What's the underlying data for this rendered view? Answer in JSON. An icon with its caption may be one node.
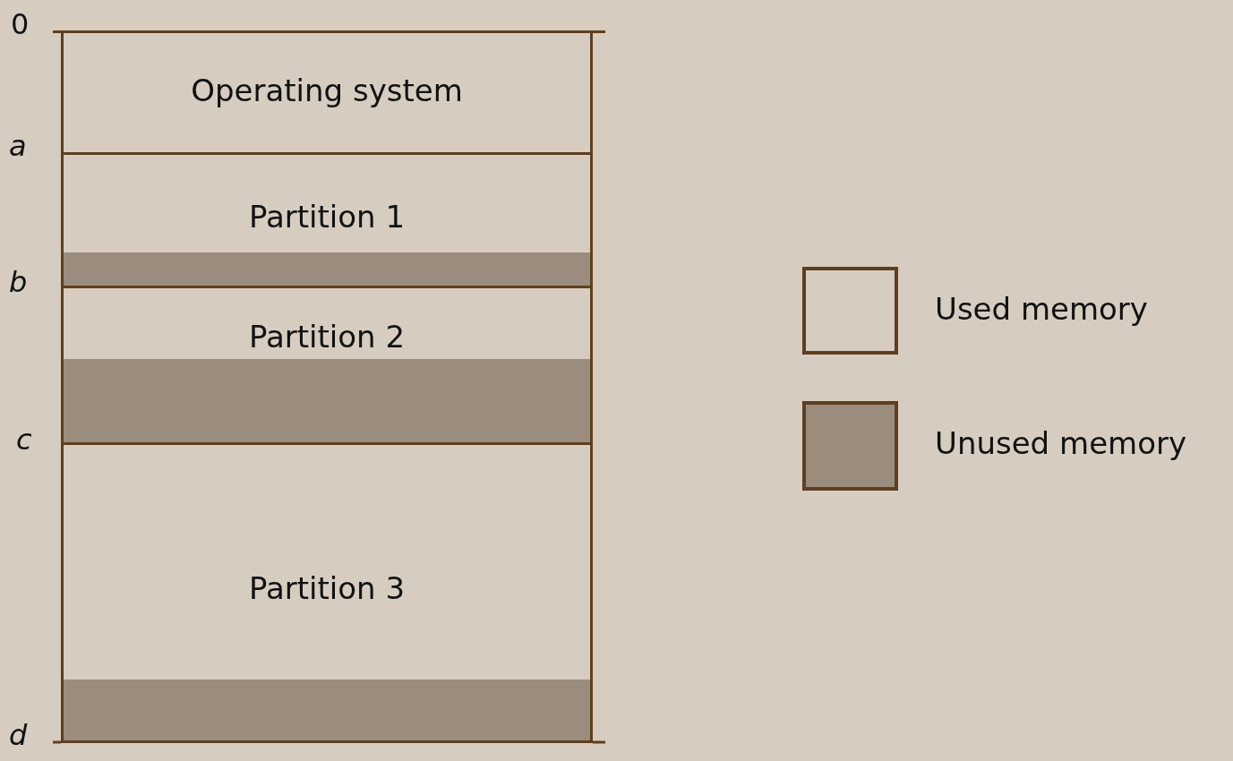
{
  "diagram": {
    "nodes": [
      {
        "text": [
          "Operating system"
        ]
      },
      {
        "text": [
          "Partition 1"
        ]
      },
      {
        "text": [],
        "shape": "bar",
        "in": 1
      },
      {
        "text": [
          "Partition 2"
        ]
      },
      {
        "text": [],
        "shape": "bar",
        "in": 3
      },
      {
        "text": [
          "Partition 3"
        ]
      },
      {
        "text": [],
        "shape": "bar",
        "in": 5
      }
    ],
    "labels": [
      "0",
      "a",
      "b",
      "c",
      "d"
    ],
    "legend": [
      {
        "text": "Used memory",
        "color": "#d6cdc0"
      },
      {
        "text": "Unused memory",
        "color": "#9b8d7d"
      }
    ]
  }
}
